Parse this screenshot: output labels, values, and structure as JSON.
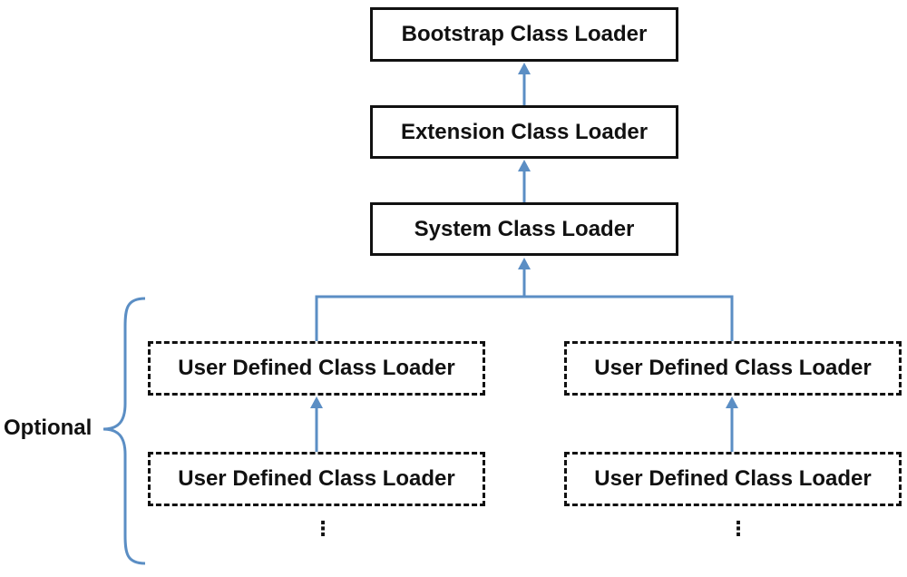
{
  "nodes": {
    "bootstrap": "Bootstrap Class Loader",
    "extension": "Extension Class Loader",
    "system": "System Class Loader",
    "user_left_top": "User Defined Class Loader",
    "user_left_bottom": "User Defined Class Loader",
    "user_right_top": "User Defined Class Loader",
    "user_right_bottom": "User Defined Class Loader"
  },
  "optional_label": "Optional",
  "ellipsis": "⋮",
  "colors": {
    "connector": "#5b8ec4",
    "border": "#111111",
    "text": "#111111"
  }
}
